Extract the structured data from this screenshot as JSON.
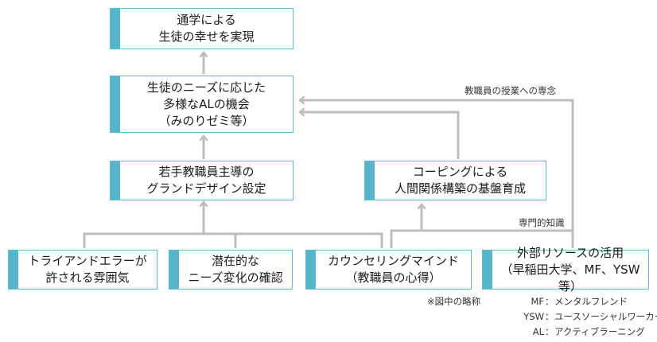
{
  "boxes": {
    "goal": "通学による\n生徒の幸せを実現",
    "needs": "生徒のニーズに応じた\n多様なALの機会\n（みのりゼミ等）",
    "grand": "若手教職員主導の\nグランドデザイン設定",
    "coping": "コーピングによる\n人間関係構築の基盤育成",
    "trial": "トライアンドエラーが\n許される雰囲気",
    "latent": "潜在的な\nニーズ変化の確認",
    "counsel": "カウンセリングマインド\n（教職員の心得）",
    "external": "外部リソースの活用\n（早稲田大学、MF、YSW等）"
  },
  "labels": {
    "devotion": "教職員の授業への専念",
    "expertise": "専門的知識"
  },
  "footnote": {
    "heading": "※図中の略称",
    "items": [
      {
        "abbr": "MF",
        "text": "メンタルフレンド"
      },
      {
        "abbr": "YSW",
        "text": "ユースソーシャルワーカー"
      },
      {
        "abbr": "AL",
        "text": "アクティブラーニング"
      }
    ]
  },
  "colors": {
    "accent": "#56b5c9",
    "border": "#5fb8cc",
    "connector": "#bdbdbd"
  }
}
